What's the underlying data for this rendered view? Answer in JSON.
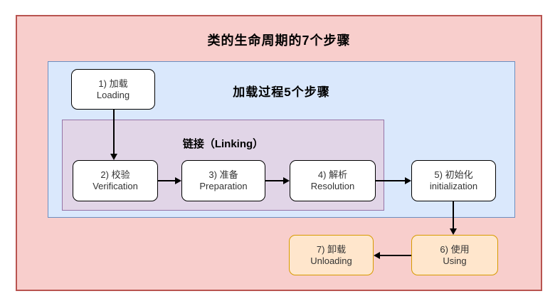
{
  "diagram": {
    "title": "类的生命周期的7个步骤",
    "loading_phase_title": "加载过程5个步骤",
    "linking_title": "链接（Linking）",
    "steps": [
      {
        "id": "loading",
        "zh": "1) 加载",
        "en": "Loading"
      },
      {
        "id": "verification",
        "zh": "2) 校验",
        "en": "Verification"
      },
      {
        "id": "preparation",
        "zh": "3) 准备",
        "en": "Preparation"
      },
      {
        "id": "resolution",
        "zh": "4) 解析",
        "en": "Resolution"
      },
      {
        "id": "initialization",
        "zh": "5) 初始化",
        "en": "initialization"
      },
      {
        "id": "using",
        "zh": "6) 使用",
        "en": "Using"
      },
      {
        "id": "unloading",
        "zh": "7) 卸载",
        "en": "Unloading"
      }
    ],
    "colors": {
      "lifecycle_fill": "#f8cecc",
      "lifecycle_border": "#b85450",
      "loading_phase_fill": "#dae8fc",
      "loading_phase_border": "#6c8ebf",
      "linking_fill": "#e1d5e7",
      "linking_border": "#9673a6",
      "step_fill": "#ffffff",
      "step_border": "#000000",
      "runtime_step_fill": "#ffe6cc",
      "runtime_step_border": "#d79b00",
      "arrow": "#000000",
      "step_text": "#333333"
    }
  }
}
